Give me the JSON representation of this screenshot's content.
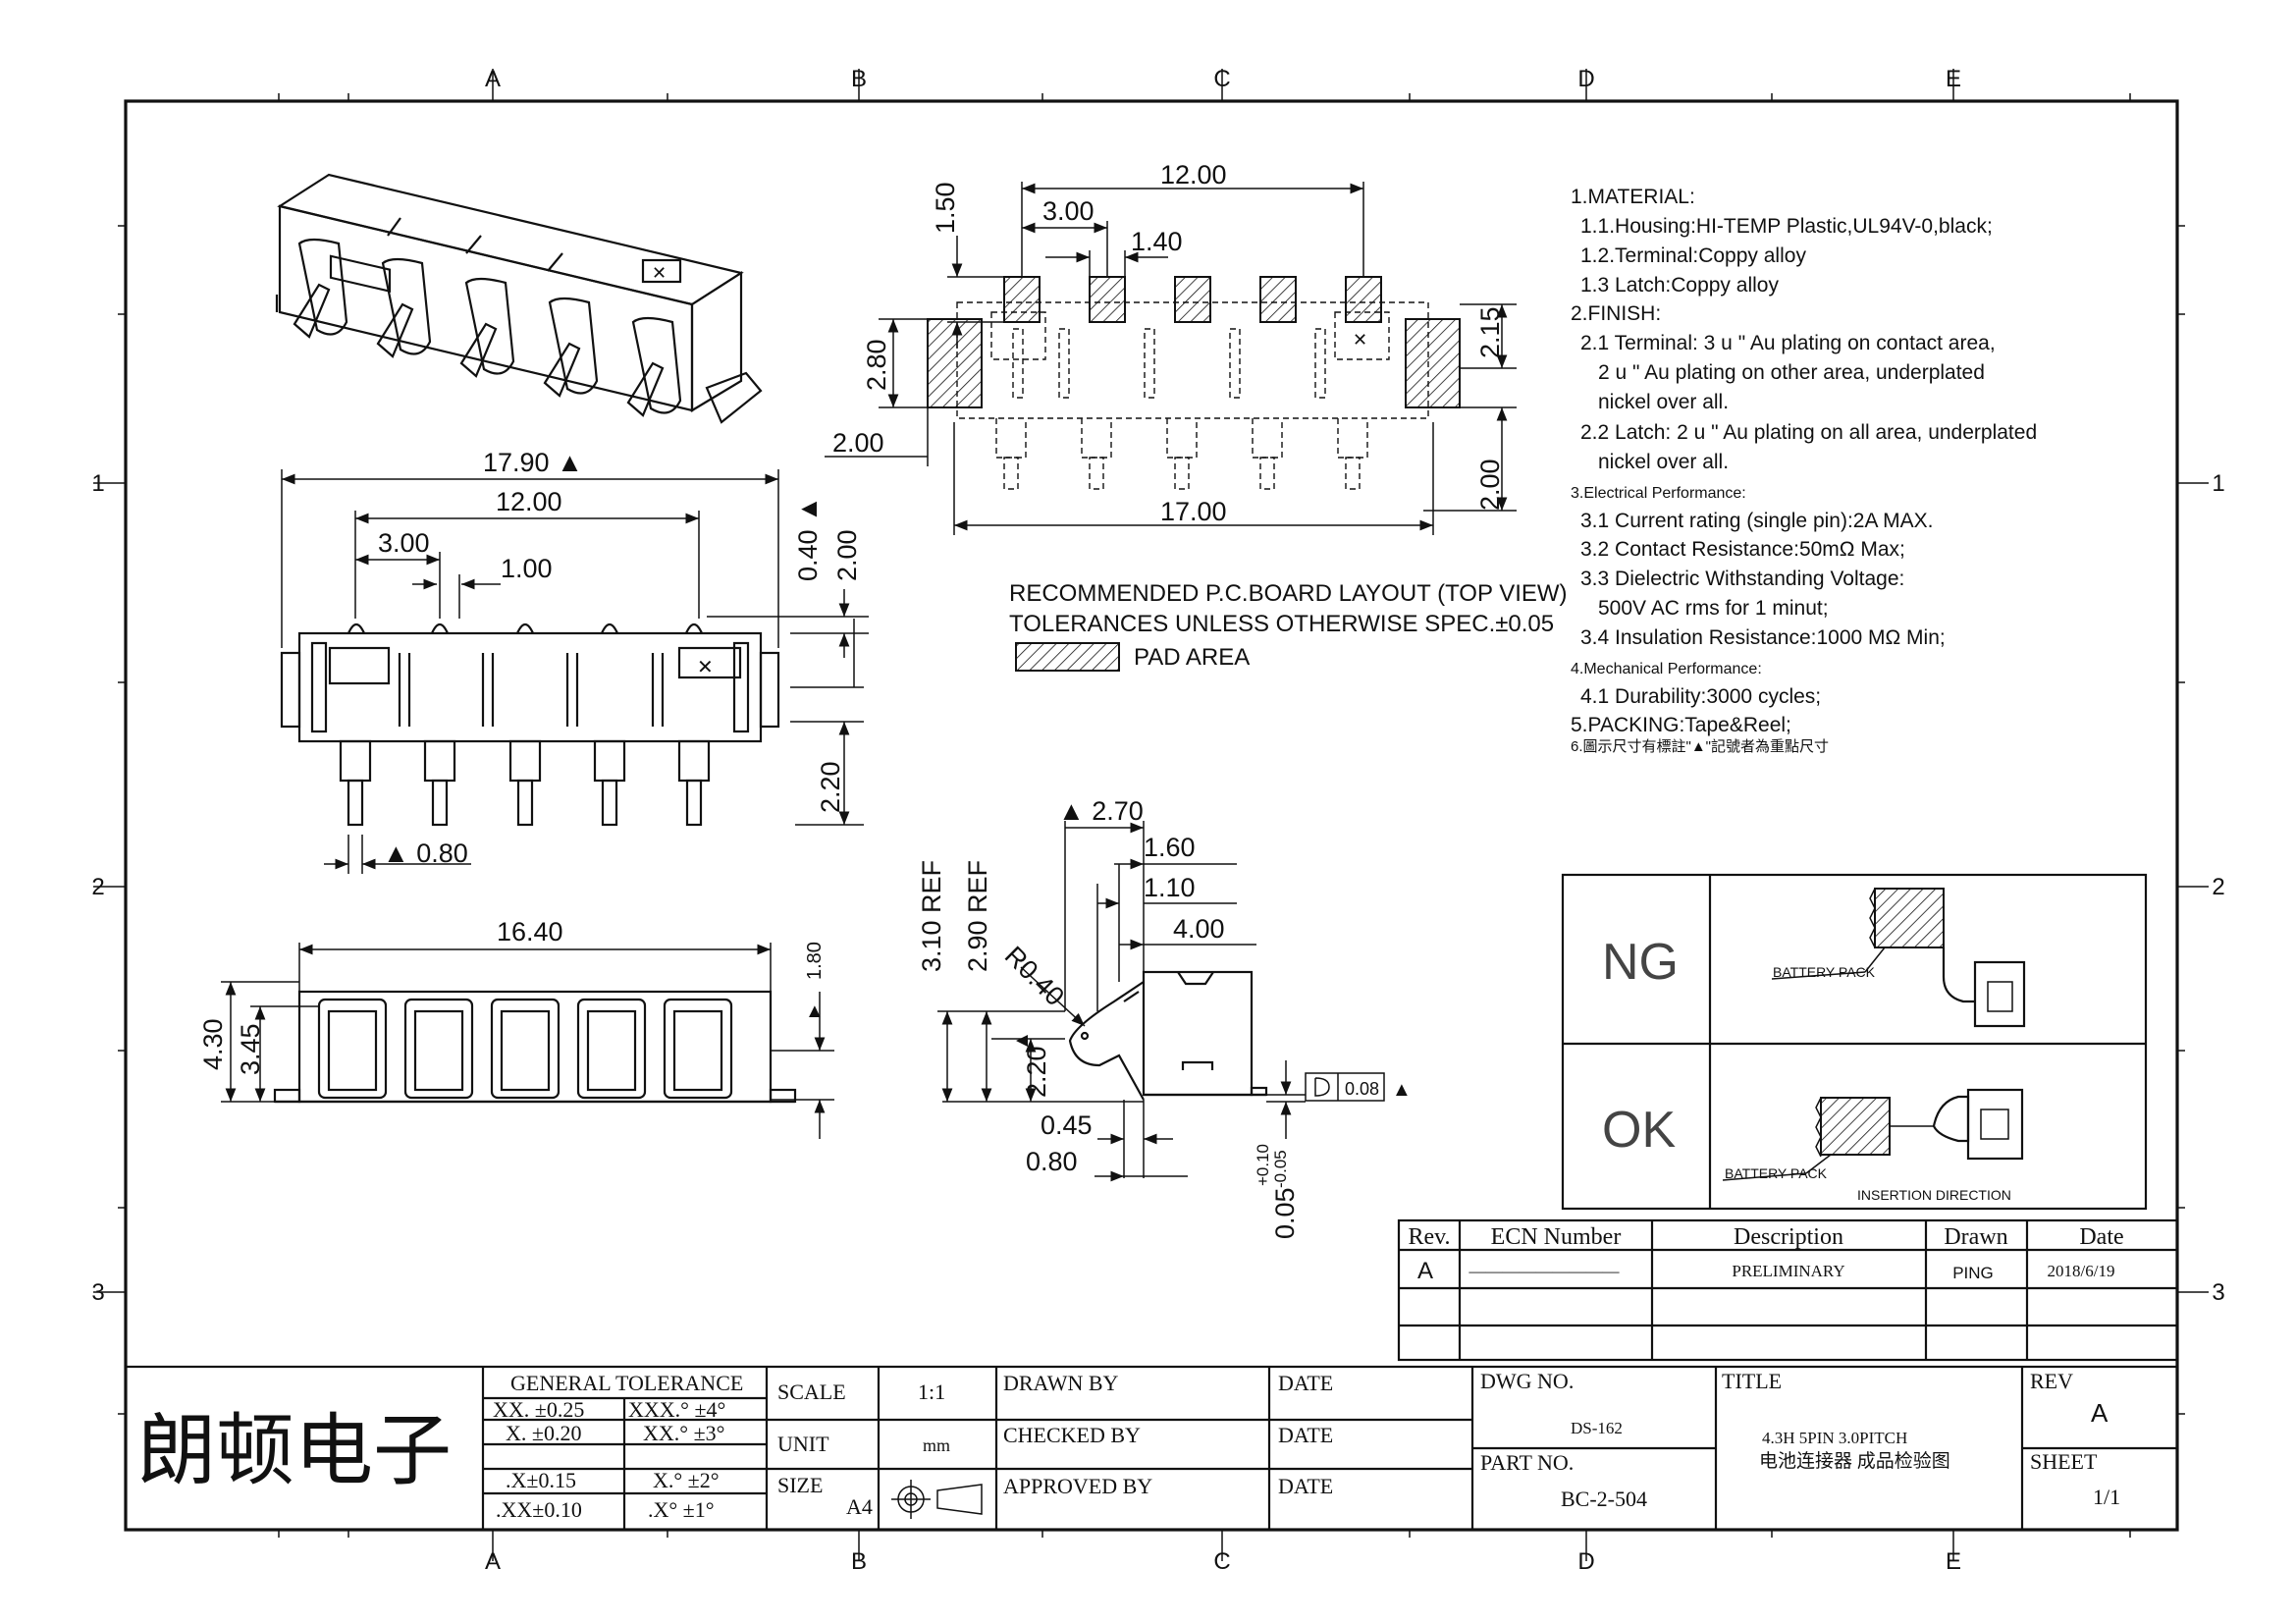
{
  "frame": {
    "columns": [
      "A",
      "B",
      "C",
      "D",
      "E"
    ],
    "rows": [
      "1",
      "2",
      "3"
    ]
  },
  "top_view_dims": {
    "overall": "17.90 ▲",
    "pitch_total": "12.00",
    "pitch": "3.00",
    "slot": "1.00",
    "h1": "0.40 ▲",
    "h2": "2.00",
    "lead": "2.20",
    "lead_w": "▲ 0.80"
  },
  "front_view_dims": {
    "width": "16.40",
    "h_total": "4.30",
    "h_body": "3.45",
    "h_contact": "1.80"
  },
  "pcb_layout": {
    "w_pitch_total": "12.00",
    "w_pitch": "3.00",
    "w_pad": "1.40",
    "h_top": "1.50",
    "h_left": "2.80",
    "h_right": "2.15",
    "w_left": "2.00",
    "h_bottom": "2.00",
    "w_total": "17.00",
    "caption1": "RECOMMENDED P.C.BOARD LAYOUT (TOP VIEW)",
    "caption2": "TOLERANCES UNLESS OTHERWISE SPEC.±0.05",
    "legend": "PAD  AREA"
  },
  "side_view_dims": {
    "d270": "▲ 2.70",
    "d160": "1.60",
    "d110": "1.10",
    "d400": "4.00",
    "ref310": "3.10 REF",
    "ref290": "2.90 REF",
    "radius": "R0.40",
    "d220": "2.20",
    "d045": "0.45",
    "d080": "0.80",
    "d005": "0.05",
    "tol_plus": "+0.10",
    "tol_minus": "-0.05",
    "flatness": "0.08",
    "flatness_mark": "▲"
  },
  "notes": [
    "1.MATERIAL:",
    "  1.1.Housing:HI-TEMP Plastic,UL94V-0,black;",
    "  1.2.Terminal:Coppy alloy",
    "  1.3 Latch:Coppy alloy",
    "2.FINISH:",
    "  2.1 Terminal: 3 u \" Au plating on contact area,",
    "     2 u \" Au plating on other area, underplated",
    "     nickel over all.",
    "  2.2 Latch: 2 u \" Au plating on all area, underplated",
    "     nickel over all.",
    "3.Electrical Performance:",
    "  3.1 Current rating (single pin):2A MAX.",
    "  3.2 Contact Resistance:50mΩ Max;",
    "  3.3 Dielectric Withstanding Voltage:",
    "     500V AC rms for 1 minut;",
    "  3.4 Insulation Resistance:1000 MΩ Min;",
    "4.Mechanical Performance:",
    "  4.1 Durability:3000 cycles;",
    "5.PACKING:Tape&Reel;",
    "6.圖示尺寸有標註\"▲\"記號者為重點尺寸"
  ],
  "ng_ok": {
    "ng": "NG",
    "ok": "OK",
    "battery_pack_ng": "BATTERY PACK",
    "battery_pack_ok": "BATTERY PACK",
    "insertion": "INSERTION  DIRECTION"
  },
  "revision": {
    "headers": [
      "Rev.",
      "ECN Number",
      "Description",
      "Drawn",
      "Date"
    ],
    "rows": [
      [
        "A",
        "—————————",
        "PRELIMINARY",
        "PING",
        "2018/6/19"
      ]
    ]
  },
  "title_block": {
    "company": "朗顿电子",
    "general_tolerance": "GENERAL  TOLERANCE",
    "tol": [
      [
        "XX. ±0.25",
        "XXX.° ±4°"
      ],
      [
        "X. ±0.20",
        "XX.° ±3°"
      ],
      [
        ".X±0.15",
        "X.° ±2°"
      ],
      [
        ".XX±0.10",
        ".X° ±1°"
      ]
    ],
    "scale_label": "SCALE",
    "scale_value": "1:1",
    "unit_label": "UNIT",
    "unit_value": "mm",
    "size_label": "SIZE",
    "size_value": "A4",
    "drawn_by": "DRAWN BY",
    "checked_by": "CHECKED BY",
    "approved_by": "APPROVED BY",
    "date1": "DATE",
    "date2": "DATE",
    "date3": "DATE",
    "dwg_no_label": "DWG NO.",
    "dwg_no": "DS-162",
    "part_no_label": "PART NO.",
    "part_no": "BC-2-504",
    "title_label": "TITLE",
    "title_line1": "4.3H 5PIN  3.0PITCH",
    "title_line2": "电池连接器 成品检验图",
    "rev_label": "REV",
    "rev_value": "A",
    "sheet_label": "SHEET",
    "sheet_value": "1/1"
  }
}
